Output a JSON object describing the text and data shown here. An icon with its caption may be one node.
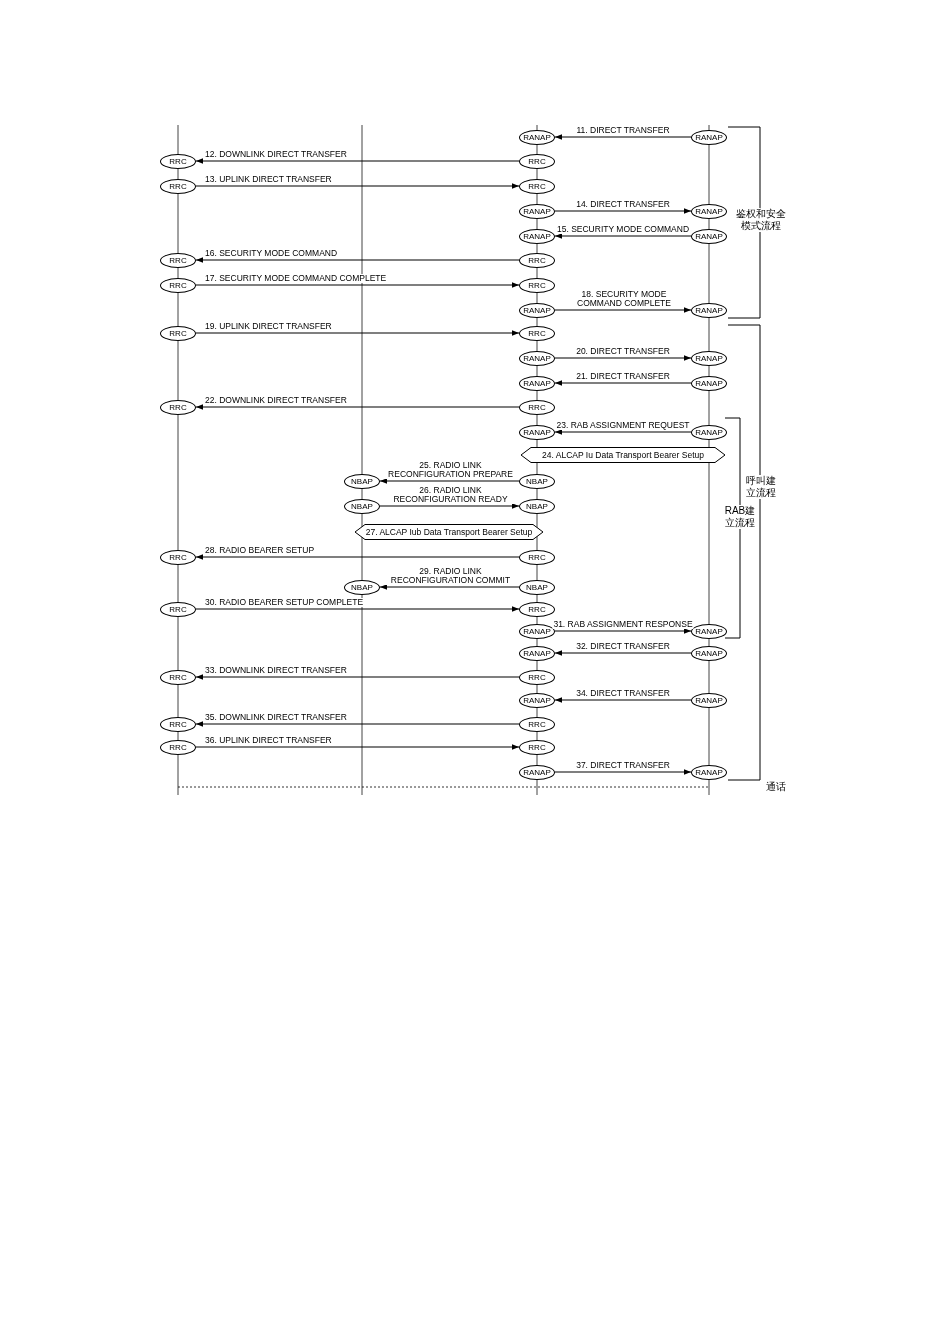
{
  "diagram": {
    "nodes": [
      {
        "text": [
          "RANAP"
        ]
      },
      {
        "text": [
          "RANAP"
        ]
      },
      {
        "text": [
          "RRC"
        ]
      },
      {
        "text": [
          "RRC"
        ]
      },
      {
        "text": [
          "RRC"
        ]
      },
      {
        "text": [
          "RRC"
        ]
      },
      {
        "text": [
          "RANAP"
        ]
      },
      {
        "text": [
          "RANAP"
        ]
      },
      {
        "text": [
          "RANAP"
        ]
      },
      {
        "text": [
          "RANAP"
        ]
      },
      {
        "text": [
          "RRC"
        ]
      },
      {
        "text": [
          "RRC"
        ]
      },
      {
        "text": [
          "RRC"
        ]
      },
      {
        "text": [
          "RRC"
        ]
      },
      {
        "text": [
          "RANAP"
        ]
      },
      {
        "text": [
          "RANAP"
        ]
      },
      {
        "text": [
          "RRC"
        ]
      },
      {
        "text": [
          "RRC"
        ]
      },
      {
        "text": [
          "RANAP"
        ]
      },
      {
        "text": [
          "RANAP"
        ]
      },
      {
        "text": [
          "RANAP"
        ]
      },
      {
        "text": [
          "RANAP"
        ]
      },
      {
        "text": [
          "RRC"
        ]
      },
      {
        "text": [
          "RRC"
        ]
      },
      {
        "text": [
          "RANAP"
        ]
      },
      {
        "text": [
          "RANAP"
        ]
      },
      {
        "text": [
          "24. ALCAP Iu Data Transport Bearer Setup"
        ]
      },
      {
        "text": [
          "NBAP"
        ]
      },
      {
        "text": [
          "NBAP"
        ]
      },
      {
        "text": [
          "NBAP"
        ]
      },
      {
        "text": [
          "NBAP"
        ]
      },
      {
        "text": [
          "27. ALCAP Iub Data Transport Bearer Setup"
        ]
      },
      {
        "text": [
          "RRC"
        ]
      },
      {
        "text": [
          "RRC"
        ]
      },
      {
        "text": [
          "NBAP"
        ]
      },
      {
        "text": [
          "NBAP"
        ]
      },
      {
        "text": [
          "RRC"
        ]
      },
      {
        "text": [
          "RRC"
        ]
      },
      {
        "text": [
          "RANAP"
        ]
      },
      {
        "text": [
          "RANAP"
        ]
      },
      {
        "text": [
          "RANAP"
        ]
      },
      {
        "text": [
          "RANAP"
        ]
      },
      {
        "text": [
          "RRC"
        ]
      },
      {
        "text": [
          "RRC"
        ]
      },
      {
        "text": [
          "RANAP"
        ]
      },
      {
        "text": [
          "RANAP"
        ]
      },
      {
        "text": [
          "RRC"
        ]
      },
      {
        "text": [
          "RRC"
        ]
      },
      {
        "text": [
          "RRC"
        ]
      },
      {
        "text": [
          "RRC"
        ]
      },
      {
        "text": [
          "RANAP"
        ]
      },
      {
        "text": [
          "RANAP"
        ]
      }
    ],
    "edges": [
      {
        "from": 1,
        "to": 0,
        "arrow": "to",
        "label": "11. DIRECT TRANSFER"
      },
      {
        "from": 3,
        "to": 2,
        "arrow": "to",
        "label": "12. DOWNLINK DIRECT TRANSFER"
      },
      {
        "from": 4,
        "to": 5,
        "arrow": "to",
        "label": "13. UPLINK DIRECT TRANSFER"
      },
      {
        "from": 6,
        "to": 7,
        "arrow": "to",
        "label": "14. DIRECT TRANSFER"
      },
      {
        "from": 9,
        "to": 8,
        "arrow": "to",
        "label": "15. SECURITY MODE COMMAND"
      },
      {
        "from": 11,
        "to": 10,
        "arrow": "to",
        "label": "16. SECURITY MODE COMMAND"
      },
      {
        "from": 12,
        "to": 13,
        "arrow": "to",
        "label": "17. SECURITY MODE COMMAND COMPLETE"
      },
      {
        "from": 14,
        "to": 15,
        "arrow": "to",
        "label": "18. SECURITY MODE COMMAND COMPLETE"
      },
      {
        "from": 16,
        "to": 17,
        "arrow": "to",
        "label": "19. UPLINK DIRECT TRANSFER"
      },
      {
        "from": 18,
        "to": 19,
        "arrow": "to",
        "label": "20. DIRECT TRANSFER"
      },
      {
        "from": 21,
        "to": 20,
        "arrow": "to",
        "label": "21. DIRECT TRANSFER"
      },
      {
        "from": 23,
        "to": 22,
        "arrow": "to",
        "label": "22. DOWNLINK DIRECT TRANSFER"
      },
      {
        "from": 25,
        "to": 24,
        "arrow": "to",
        "label": "23. RAB ASSIGNMENT REQUEST"
      },
      {
        "from": 28,
        "to": 27,
        "arrow": "to",
        "label": "25. RADIO LINK RECONFIGURATION PREPARE"
      },
      {
        "from": 29,
        "to": 30,
        "arrow": "to",
        "label": "26. RADIO LINK RECONFIGURATION READY"
      },
      {
        "from": 33,
        "to": 32,
        "arrow": "to",
        "label": "28. RADIO BEARER SETUP"
      },
      {
        "from": 35,
        "to": 34,
        "arrow": "to",
        "label": "29. RADIO LINK RECONFIGURATION COMMIT"
      },
      {
        "from": 36,
        "to": 37,
        "arrow": "to",
        "label": "30. RADIO BEARER SETUP COMPLETE"
      },
      {
        "from": 38,
        "to": 39,
        "arrow": "to",
        "label": "31. RAB ASSIGNMENT RESPONSE"
      },
      {
        "from": 41,
        "to": 40,
        "arrow": "to",
        "label": "32. DIRECT TRANSFER"
      },
      {
        "from": 43,
        "to": 42,
        "arrow": "to",
        "label": "33. DOWNLINK DIRECT TRANSFER"
      },
      {
        "from": 45,
        "to": 44,
        "arrow": "to",
        "label": "34. DIRECT TRANSFER"
      },
      {
        "from": 47,
        "to": 46,
        "arrow": "to",
        "label": "35. DOWNLINK DIRECT TRANSFER"
      },
      {
        "from": 48,
        "to": 49,
        "arrow": "to",
        "label": "36. UPLINK DIRECT TRANSFER"
      },
      {
        "from": 50,
        "to": 51,
        "arrow": "to",
        "label": "37. DIRECT TRANSFER"
      }
    ],
    "labels": [
      "鉴权和安全模式流程",
      "呼叫建立流程",
      "RAB建立流程",
      "通话"
    ]
  }
}
